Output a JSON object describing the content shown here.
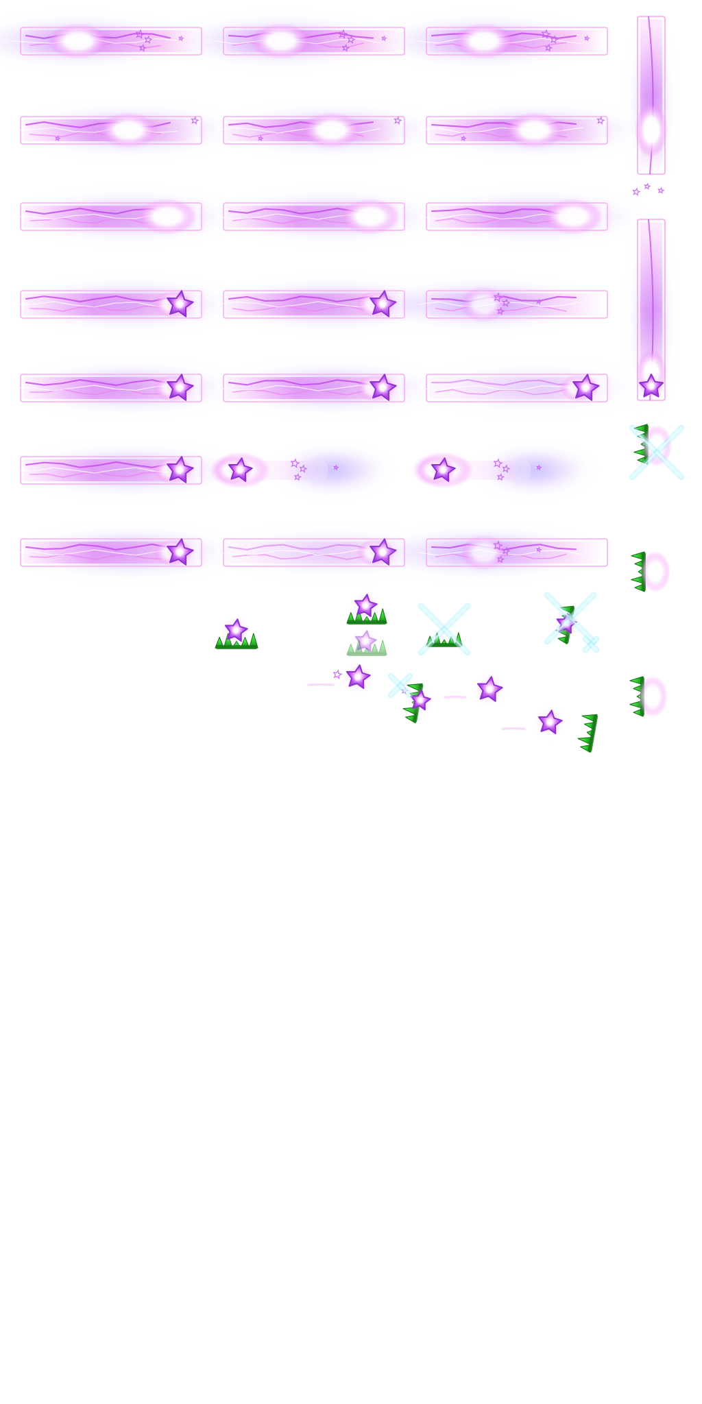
{
  "sheet": {
    "background": "#ffffff",
    "palette": {
      "beam_core": "#ffffff",
      "beam_pink": "#f07cf5",
      "beam_magenta": "#c040e8",
      "beam_violet": "#8a7cff",
      "beam_blue_glow": "#7b6bff",
      "frame_pink": "#f5a6ee",
      "star_fill": "#c25ef0",
      "star_edge": "#8e2fd0",
      "star_glow": "#ffd6ff",
      "crystal": "#a8f0ff",
      "green_shard": "#2ecc2e",
      "green_dark": "#167a16"
    },
    "sprites": {
      "horizontal_beams": {
        "kind": "beam",
        "count": 18,
        "frames": [
          {
            "variant": "burst"
          },
          {
            "variant": "burst"
          },
          {
            "variant": "burst"
          },
          {
            "variant": "core"
          },
          {
            "variant": "core"
          },
          {
            "variant": "core"
          },
          {
            "variant": "core-right"
          },
          {
            "variant": "core-right"
          },
          {
            "variant": "core-right"
          },
          {
            "variant": "star"
          },
          {
            "variant": "star"
          },
          {
            "variant": "fade-burst"
          },
          {
            "variant": "star"
          },
          {
            "variant": "star"
          },
          {
            "variant": "star-faint"
          },
          {
            "variant": "star"
          },
          {
            "variant": "star-short"
          },
          {
            "variant": "star-short"
          },
          {
            "variant": "star"
          },
          {
            "variant": "star-faint"
          },
          {
            "variant": "fade-burst"
          }
        ]
      },
      "vertical_beams": {
        "kind": "vertical-beam",
        "count": 2
      },
      "star_icons": {
        "kind": "star",
        "count": 8
      },
      "green_shards": {
        "kind": "green-shard",
        "count": 9
      },
      "crystal_sparks": {
        "kind": "crystal",
        "count": 5
      }
    }
  }
}
